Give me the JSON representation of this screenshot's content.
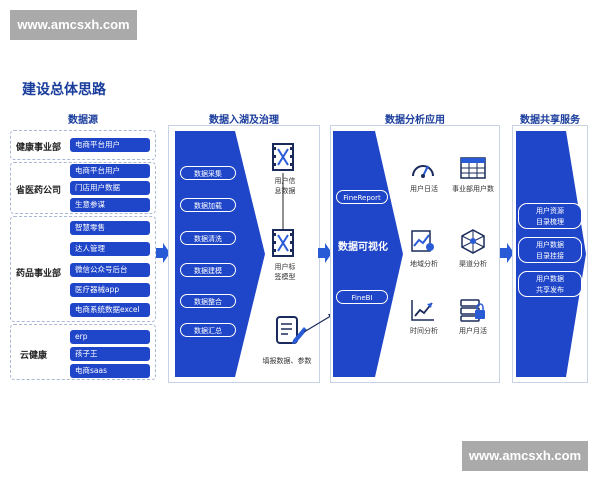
{
  "watermark": {
    "top": "www.amcsxh.com",
    "bottom": "www.amcsxh.com"
  },
  "title": "建设总体思路",
  "sections": {
    "sources": "数据源",
    "ingest": "数据入湖及治理",
    "analysis": "数据分析应用",
    "sharing": "数据共享服务"
  },
  "sources": {
    "groups": [
      {
        "label": "健康事业部",
        "items": [
          "电商平台用户"
        ]
      },
      {
        "label": "省医药公司",
        "items": [
          "电商平台用户",
          "门店用户数据",
          "生意参谋"
        ]
      },
      {
        "label": "药品事业部",
        "items": [
          "智慧零售",
          "达人管理",
          "微信公众号后台",
          "医疗器械app",
          "电商系统数据excel"
        ]
      },
      {
        "label": "云健康",
        "items": [
          "erp",
          "孩子王",
          "电商saas"
        ]
      }
    ]
  },
  "ingest": {
    "steps": [
      "数据采集",
      "数据加载",
      "数据清洗",
      "数据建模",
      "数据整合",
      "数据汇总"
    ],
    "user_info_model": "用户信\n息数据",
    "user_tag_model": "用户标\n签模型",
    "form_fill": "填报数据、参数"
  },
  "analysis": {
    "tools": [
      "FineReport",
      "FineBI"
    ],
    "center": "数据可视化",
    "modules": [
      "用户日活",
      "事业部用户数",
      "地域分析",
      "渠道分析",
      "时间分析",
      "用户月活"
    ]
  },
  "sharing": {
    "services": [
      "用户资源\n目录梳理",
      "用户数据\n目录挂接",
      "用户数据\n共享发布"
    ]
  },
  "colors": {
    "accent": "#1f45c9",
    "title": "#1a3d9c",
    "arrow": "#2a5bd7"
  }
}
